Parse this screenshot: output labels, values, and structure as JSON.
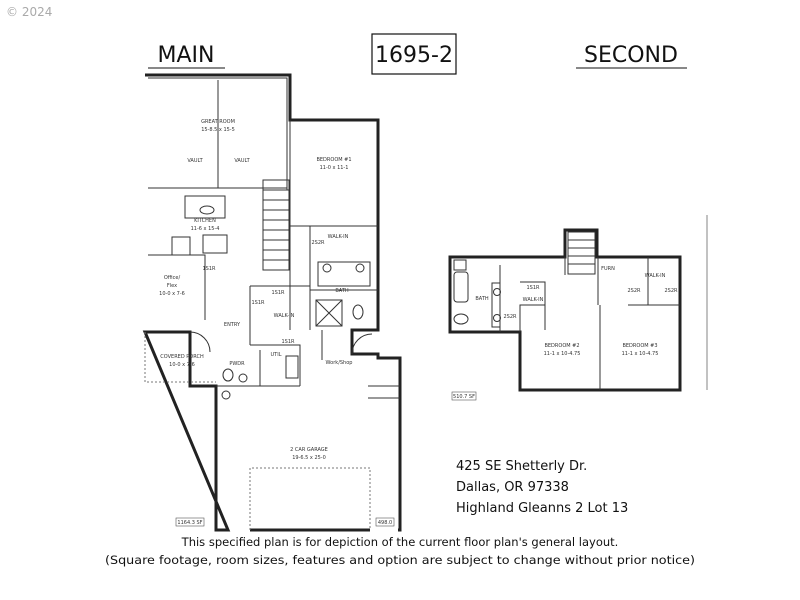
{
  "copyright": "© 2024",
  "headings": {
    "main": "MAIN",
    "plan_number": "1695-2",
    "second": "SECOND"
  },
  "main_floor": {
    "great_room": {
      "name": "GREAT ROOM",
      "size": "15-8.5 x 15-5"
    },
    "vault_left": "VAULT",
    "vault_right": "VAULT",
    "bedroom1": {
      "name": "BEDROOM #1",
      "size": "11-0 x 11-1"
    },
    "kitchen": {
      "name": "KITCHEN",
      "size": "11-6 x 15-4"
    },
    "office": {
      "name": "Office/",
      "name2": "Flex",
      "size": "10-0 x 7-6"
    },
    "walk_in_1": "WALK-IN",
    "walk_in_2": "WALK-IN",
    "bath": "BATH",
    "entry": "ENTRY",
    "covered_porch": {
      "name": "COVERED PORCH",
      "size": "10-0 x 7-6"
    },
    "powder": "PWDR",
    "utility": "UTIL",
    "workshop": "Work/Shop",
    "garage": {
      "name": "2 CAR GARAGE",
      "size": "19-6.5 x 25-0"
    },
    "shelf_labels": [
      "1S1R",
      "1S1R",
      "2S2R",
      "1S1R",
      "1S1R"
    ],
    "area_main": "1164.3 SF",
    "area_garage": "498.0"
  },
  "second_floor": {
    "bath": "BATH",
    "walk_in_1": "WALK-IN",
    "walk_in_2": "WALK-IN",
    "furn": "FURN",
    "bedroom2": {
      "name": "BEDROOM #2",
      "size": "11-1 x 10-4.75"
    },
    "bedroom3": {
      "name": "BEDROOM #3",
      "size": "11-1 x 10-4.75"
    },
    "shelf_labels": [
      "1S1R",
      "2S2R",
      "2S2R",
      "2S2R"
    ],
    "area": "510.7 SF"
  },
  "address": {
    "line1": "425 SE Shetterly Dr.",
    "line2": "Dallas, OR 97338",
    "line3": "Highland Gleanns 2 Lot 13"
  },
  "disclaimer": {
    "line1": "This specified plan is for depiction of the current floor plan's general layout.",
    "line2": "(Square footage, room sizes, features and option are subject to change without prior notice)"
  }
}
